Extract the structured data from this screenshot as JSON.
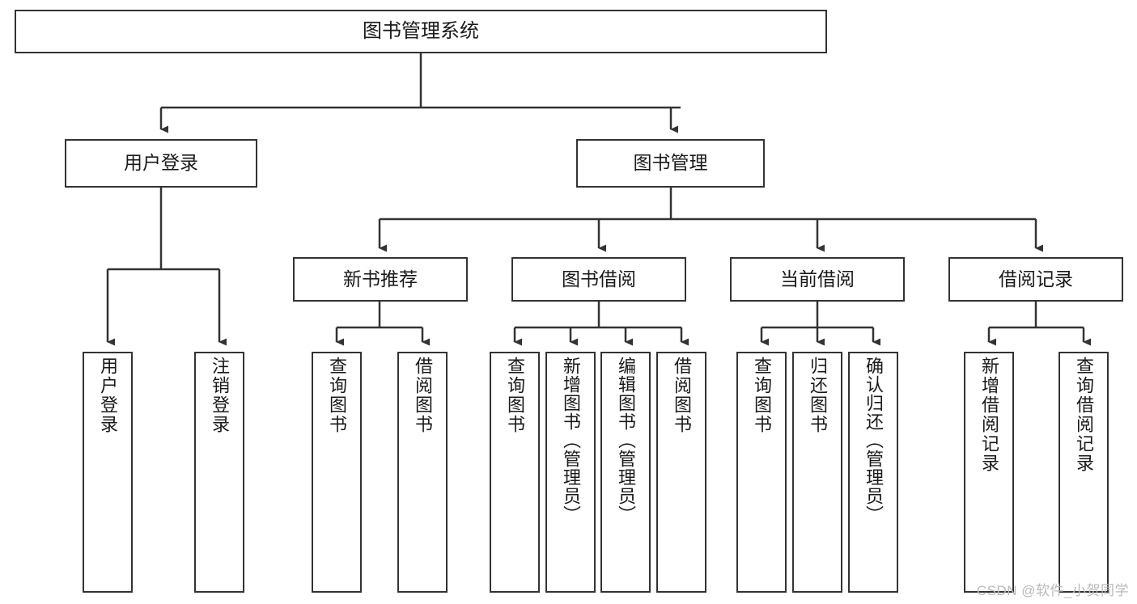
{
  "diagram": {
    "title": "图书管理系统",
    "watermark": "CSDN @软件_小贺同学",
    "type": "tree-structure-chart",
    "levels": 4,
    "root": {
      "label": "图书管理系统"
    },
    "level2": [
      {
        "label": "用户登录"
      },
      {
        "label": "图书管理"
      }
    ],
    "level3": [
      {
        "label": "新书推荐"
      },
      {
        "label": "图书借阅"
      },
      {
        "label": "当前借阅"
      },
      {
        "label": "借阅记录"
      }
    ],
    "leaves": {
      "user_login": [
        {
          "label": "用户登录"
        },
        {
          "label": "注销登录"
        }
      ],
      "new_book": [
        {
          "label": "查询图书"
        },
        {
          "label": "借阅图书"
        }
      ],
      "book_borrow": [
        {
          "label": "查询图书"
        },
        {
          "label": "新增图书（管理员）"
        },
        {
          "label": "编辑图书（管理员）"
        },
        {
          "label": "借阅图书"
        }
      ],
      "current_borrow": [
        {
          "label": "查询图书"
        },
        {
          "label": "归还图书"
        },
        {
          "label": "确认归还（管理员）"
        }
      ],
      "borrow_record": [
        {
          "label": "新增借阅记录"
        },
        {
          "label": "查询借阅记录"
        }
      ]
    },
    "colors": {
      "border": "#333333",
      "background": "#ffffff",
      "text": "#1a1a1a",
      "watermark": "#b9b9b9"
    }
  }
}
